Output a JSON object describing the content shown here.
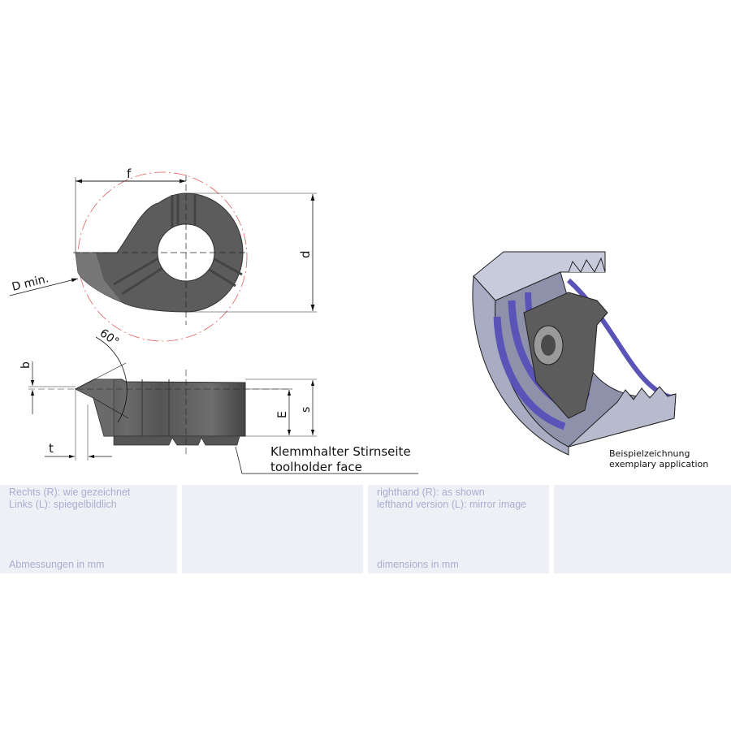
{
  "drawing": {
    "dimensions": {
      "f": "f",
      "d": "d",
      "d_min": "D min.",
      "angle": "60°",
      "b": "b",
      "t": "t",
      "E": "E",
      "s": "s"
    },
    "toolholder_de": "Klemmhalter Stirnseite",
    "toolholder_en": "toolholder face",
    "example_de": "Beispielzeichnung",
    "example_en": "exemplary application"
  },
  "info_panels": {
    "de": {
      "line1": "Rechts (R): wie gezeichnet",
      "line2": "Links (L): spiegelbildlich",
      "units": "Abmessungen in mm"
    },
    "en": {
      "line1": "righthand (R): as shown",
      "line2": "lefthand version (L): mirror image",
      "units": "dimensions in mm"
    }
  },
  "colors": {
    "insert": "#5a5a5a",
    "thread_highlight": "#5b54b8",
    "panel_bg": "#eef0f6",
    "panel_text": "#a9aed0",
    "red_circle": "#e06060"
  }
}
